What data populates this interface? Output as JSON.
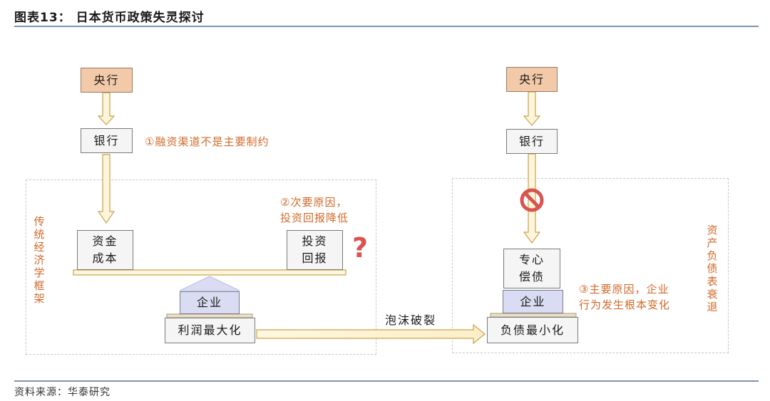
{
  "header": {
    "title": "图表13： 日本货币政策失灵探讨"
  },
  "footer": {
    "source": "资料来源：华泰研究"
  },
  "left": {
    "central_bank": "央行",
    "bank": "银行",
    "note1": "①融资渠道不是主要制约",
    "note2_line1": "②次要原因，",
    "note2_line2": "投资回报降低",
    "funding_cost_line1": "资金",
    "funding_cost_line2": "成本",
    "investment_return_line1": "投资",
    "investment_return_line2": "回报",
    "enterprise": "企业",
    "profit_max": "利润最大化",
    "framework_label": "传统经济学框架"
  },
  "middle": {
    "bubble_burst": "泡沫破裂"
  },
  "right": {
    "central_bank": "央行",
    "bank": "银行",
    "debt_repay_line1": "专心",
    "debt_repay_line2": "偿债",
    "enterprise": "企业",
    "debt_min": "负债最小化",
    "note3_line1": "③主要原因，企业",
    "note3_line2": "行为发生根本变化",
    "recession_label": "资产负债表衰退"
  },
  "colors": {
    "accent_orange": "#d06a2a",
    "central_bank_fill": "#f2c9a9",
    "enterprise_fill": "#d9dcf2",
    "arrow_fill": "#fdf5dc",
    "arrow_stroke": "#c9a24a",
    "prohibit_red": "#d9534f"
  },
  "icons": {
    "question": "question-mark-icon",
    "prohibit": "prohibit-icon"
  }
}
